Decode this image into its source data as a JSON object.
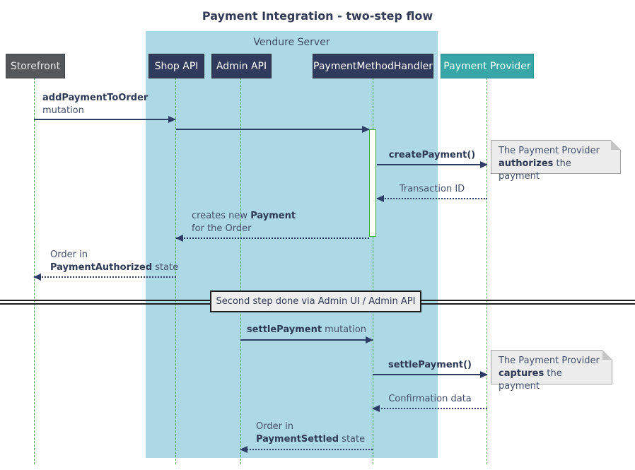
{
  "title": "Payment Integration - two-step flow",
  "container": {
    "label": "Vendure Server"
  },
  "participants": {
    "storefront": "Storefront",
    "shop_api": "Shop API",
    "admin_api": "Admin API",
    "payment_method_handler": "PaymentMethodHandler",
    "payment_provider": "Payment Provider"
  },
  "messages": {
    "add_payment": {
      "bold": "addPaymentToOrder",
      "rest": "mutation"
    },
    "create_payment": {
      "bold": "createPayment()"
    },
    "transaction_id": {
      "text": "Transaction ID"
    },
    "creates_payment": {
      "pre": "creates new ",
      "bold": "Payment",
      "line2": "for the Order"
    },
    "order_authorized": {
      "line1": "Order in",
      "bold": "PaymentAuthorized",
      "rest": " state"
    },
    "settle_mutation": {
      "bold": "settlePayment",
      "rest": " mutation"
    },
    "settle_call": {
      "bold": "settlePayment()"
    },
    "confirmation": {
      "text": "Confirmation data"
    },
    "order_settled": {
      "line1": "Order in",
      "bold": "PaymentSettled",
      "rest": " state"
    }
  },
  "notes": {
    "authorize": {
      "line1": "The Payment Provider",
      "bold": "authorizes",
      "rest": " the payment"
    },
    "capture": {
      "line1": "The Payment Provider",
      "bold": "captures",
      "rest": " the payment"
    }
  },
  "divider": {
    "label": "Second step done via Admin UI / Admin API"
  },
  "colors": {
    "container_fill": "#ADD8E6",
    "participant_navy": "#2F3A5C",
    "participant_gray": "#55585A",
    "participant_teal": "#38A6A6",
    "lifeline_green": "#44A944",
    "arrow_navy": "#2E3D66",
    "note_fill": "#ECECEC",
    "divider_fill": "#EDEDED"
  }
}
